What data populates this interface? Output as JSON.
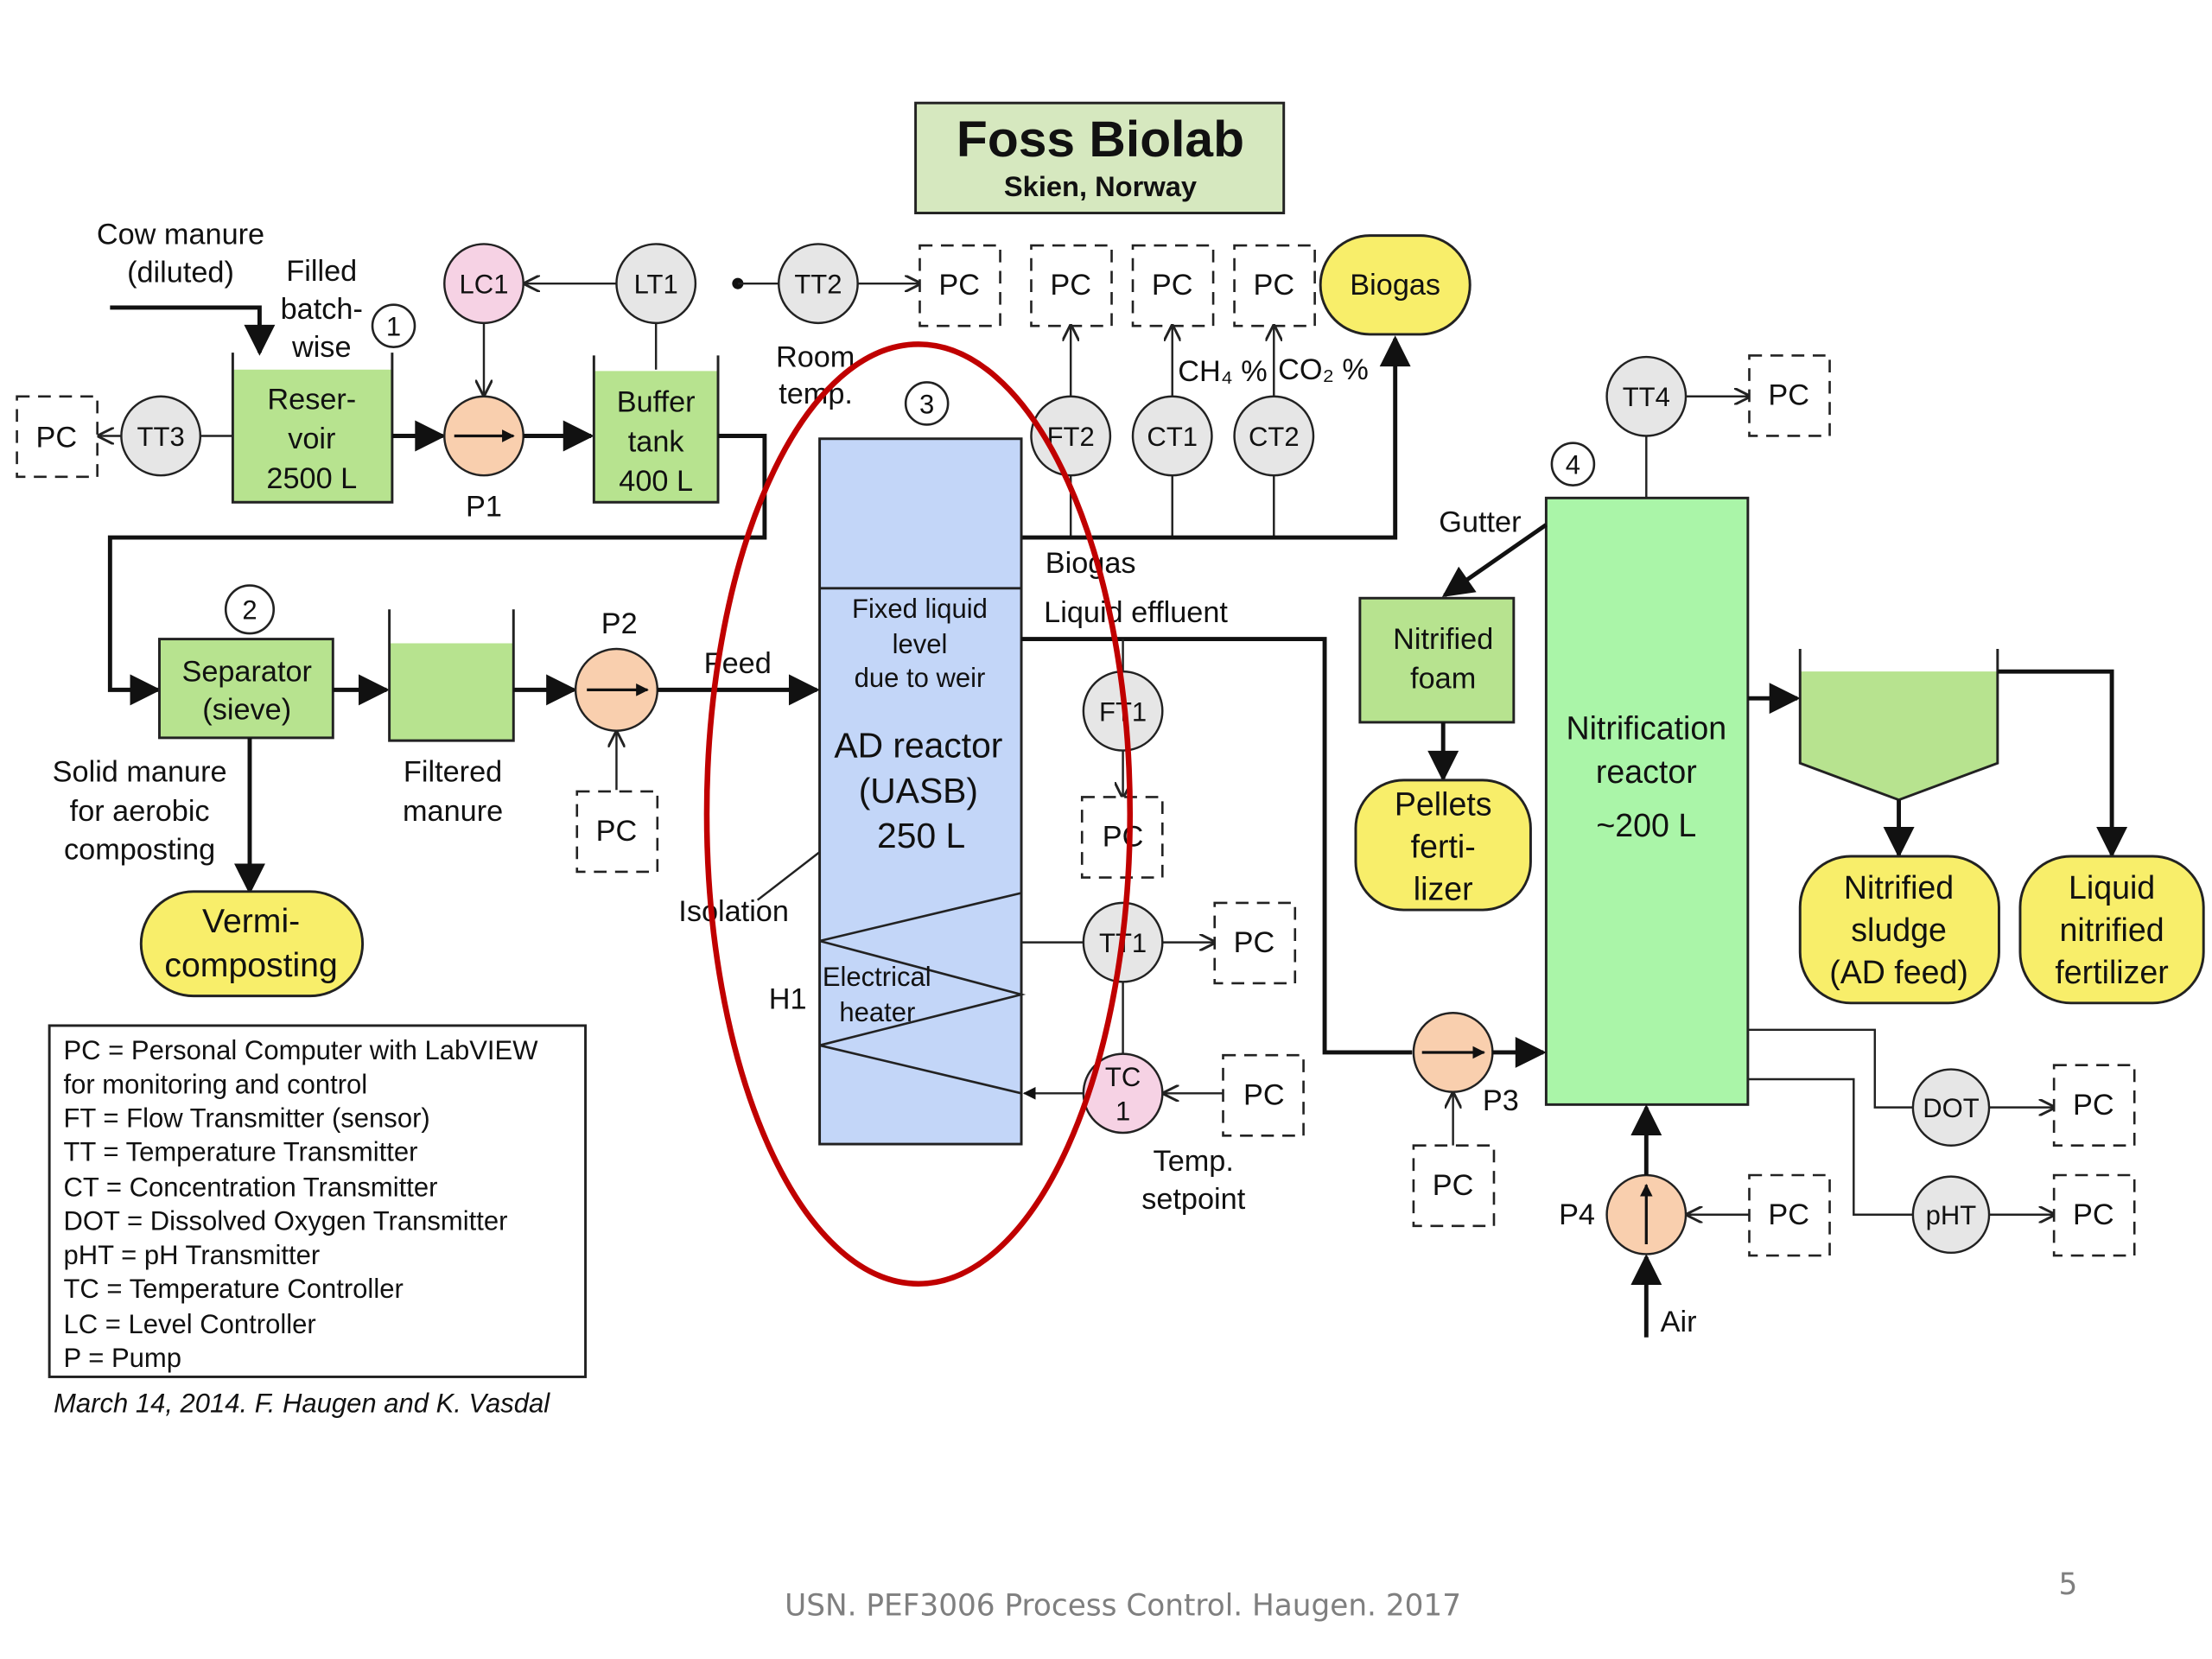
{
  "title": {
    "main": "Foss Biolab",
    "sub": "Skien, Norway"
  },
  "colors": {
    "tank_green": "#b7e38f",
    "reactor_blue": "#c3d6f8",
    "nitrification_green": "#aaf5a8",
    "product_yellow": "#f8ee6a",
    "pump_orange": "#f9cfae",
    "controller_pink": "#f6d2e4",
    "transmitter_grey": "#e6e6e6",
    "highlight_red": "#c00000"
  },
  "section_numbers": [
    "1",
    "2",
    "3",
    "4"
  ],
  "labels": {
    "cow_manure_1": "Cow manure",
    "cow_manure_2": "(diluted)",
    "filled_1": "Filled",
    "filled_2": "batch-",
    "filled_3": "wise",
    "room_temp_1": "Room",
    "room_temp_2": "temp.",
    "ch4": "CH₄ %",
    "co2": "CO₂ %",
    "biogas_line": "Biogas",
    "liquid_effluent": "Liquid effluent",
    "feed": "Feed",
    "isolation": "Isolation",
    "h1": "H1",
    "gutter": "Gutter",
    "solid_1": "Solid manure",
    "solid_2": "for aerobic",
    "solid_3": "composting",
    "filtered_1": "Filtered",
    "filtered_2": "manure",
    "temp_sp_1": "Temp.",
    "temp_sp_2": "setpoint",
    "air": "Air"
  },
  "equipment": {
    "reservoir": [
      "Reser-",
      "voir",
      "2500 L"
    ],
    "buffer_tank": [
      "Buffer",
      "tank",
      "400 L"
    ],
    "separator": [
      "Separator",
      "(sieve)"
    ],
    "ad_reactor": {
      "top_note": [
        "Fixed liquid",
        "level",
        "due to weir"
      ],
      "name": [
        "AD reactor",
        "(UASB)",
        "250 L"
      ],
      "heater": [
        "Electrical",
        "heater"
      ]
    },
    "nitrified_foam": [
      "Nitrified",
      "foam"
    ],
    "nitrification_reactor": [
      "Nitrification",
      "reactor",
      "~200 L"
    ]
  },
  "products": {
    "biogas": "Biogas",
    "vermicomposting": [
      "Vermi-",
      "composting"
    ],
    "pellets": [
      "Pellets",
      "ferti-",
      "lizer"
    ],
    "nitrified_sludge": [
      "Nitrified",
      "sludge",
      "(AD feed)"
    ],
    "liquid_fertilizer": [
      "Liquid",
      "nitrified",
      "fertilizer"
    ]
  },
  "instruments": {
    "LC1": "LC1",
    "LT1": "LT1",
    "TT2": "TT2",
    "TT3": "TT3",
    "FT2": "FT2",
    "CT1": "CT1",
    "CT2": "CT2",
    "FT1": "FT1",
    "TT1": "TT1",
    "TC1_a": "TC",
    "TC1_b": "1",
    "TT4": "TT4",
    "DOT": "DOT",
    "pHT": "pHT"
  },
  "pumps": {
    "P1": "P1",
    "P2": "P2",
    "P3": "P3",
    "P4": "P4"
  },
  "pc_label": "PC",
  "legend": [
    "PC = Personal Computer with LabVIEW",
    "for monitoring and control",
    "FT = Flow Transmitter (sensor)",
    "TT = Temperature Transmitter",
    "CT = Concentration Transmitter",
    "DOT = Dissolved Oxygen Transmitter",
    "pHT = pH Transmitter",
    "TC = Temperature Controller",
    "LC = Level Controller",
    "P = Pump"
  ],
  "credit": "March 14, 2014. F. Haugen and K. Vasdal",
  "footer": "USN. PEF3006 Process Control. Haugen. 2017",
  "page_number": "5"
}
